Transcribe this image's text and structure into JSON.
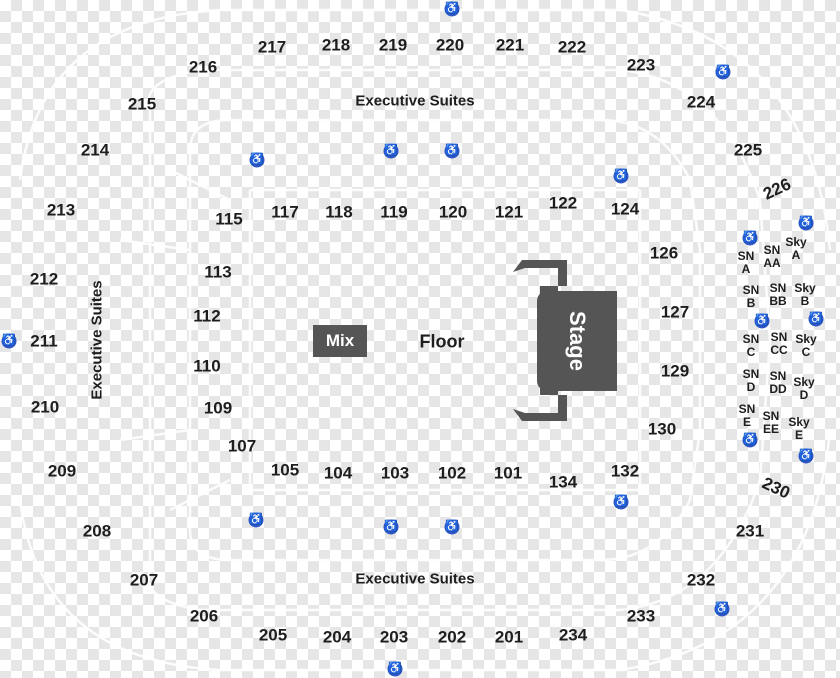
{
  "map": {
    "colors": {
      "stage": "#555555",
      "mix": "#555555",
      "accessible": "#2d55c6",
      "text": "#1e1e1e"
    },
    "floor_label": "Floor",
    "mix_label": "Mix",
    "stage_label": "Stage",
    "executive_suites_label": "Executive Suites",
    "accessible_icon": "wheelchair-icon",
    "sections_100": [
      "101",
      "102",
      "103",
      "104",
      "105",
      "107",
      "109",
      "110",
      "112",
      "113",
      "115",
      "117",
      "118",
      "119",
      "120",
      "121",
      "122",
      "124",
      "126",
      "127",
      "129",
      "130",
      "132",
      "134"
    ],
    "sections_200": [
      "201",
      "202",
      "203",
      "204",
      "205",
      "206",
      "207",
      "208",
      "209",
      "210",
      "211",
      "212",
      "213",
      "214",
      "215",
      "216",
      "217",
      "218",
      "219",
      "220",
      "221",
      "222",
      "223",
      "224",
      "225",
      "226",
      "230",
      "231",
      "232",
      "233",
      "234"
    ],
    "side_sections": [
      "SN A",
      "SN AA",
      "Sky A",
      "SN B",
      "SN BB",
      "Sky B",
      "SN C",
      "SN CC",
      "Sky C",
      "SN D",
      "SN DD",
      "Sky D",
      "SN E",
      "SN EE",
      "Sky E"
    ]
  }
}
